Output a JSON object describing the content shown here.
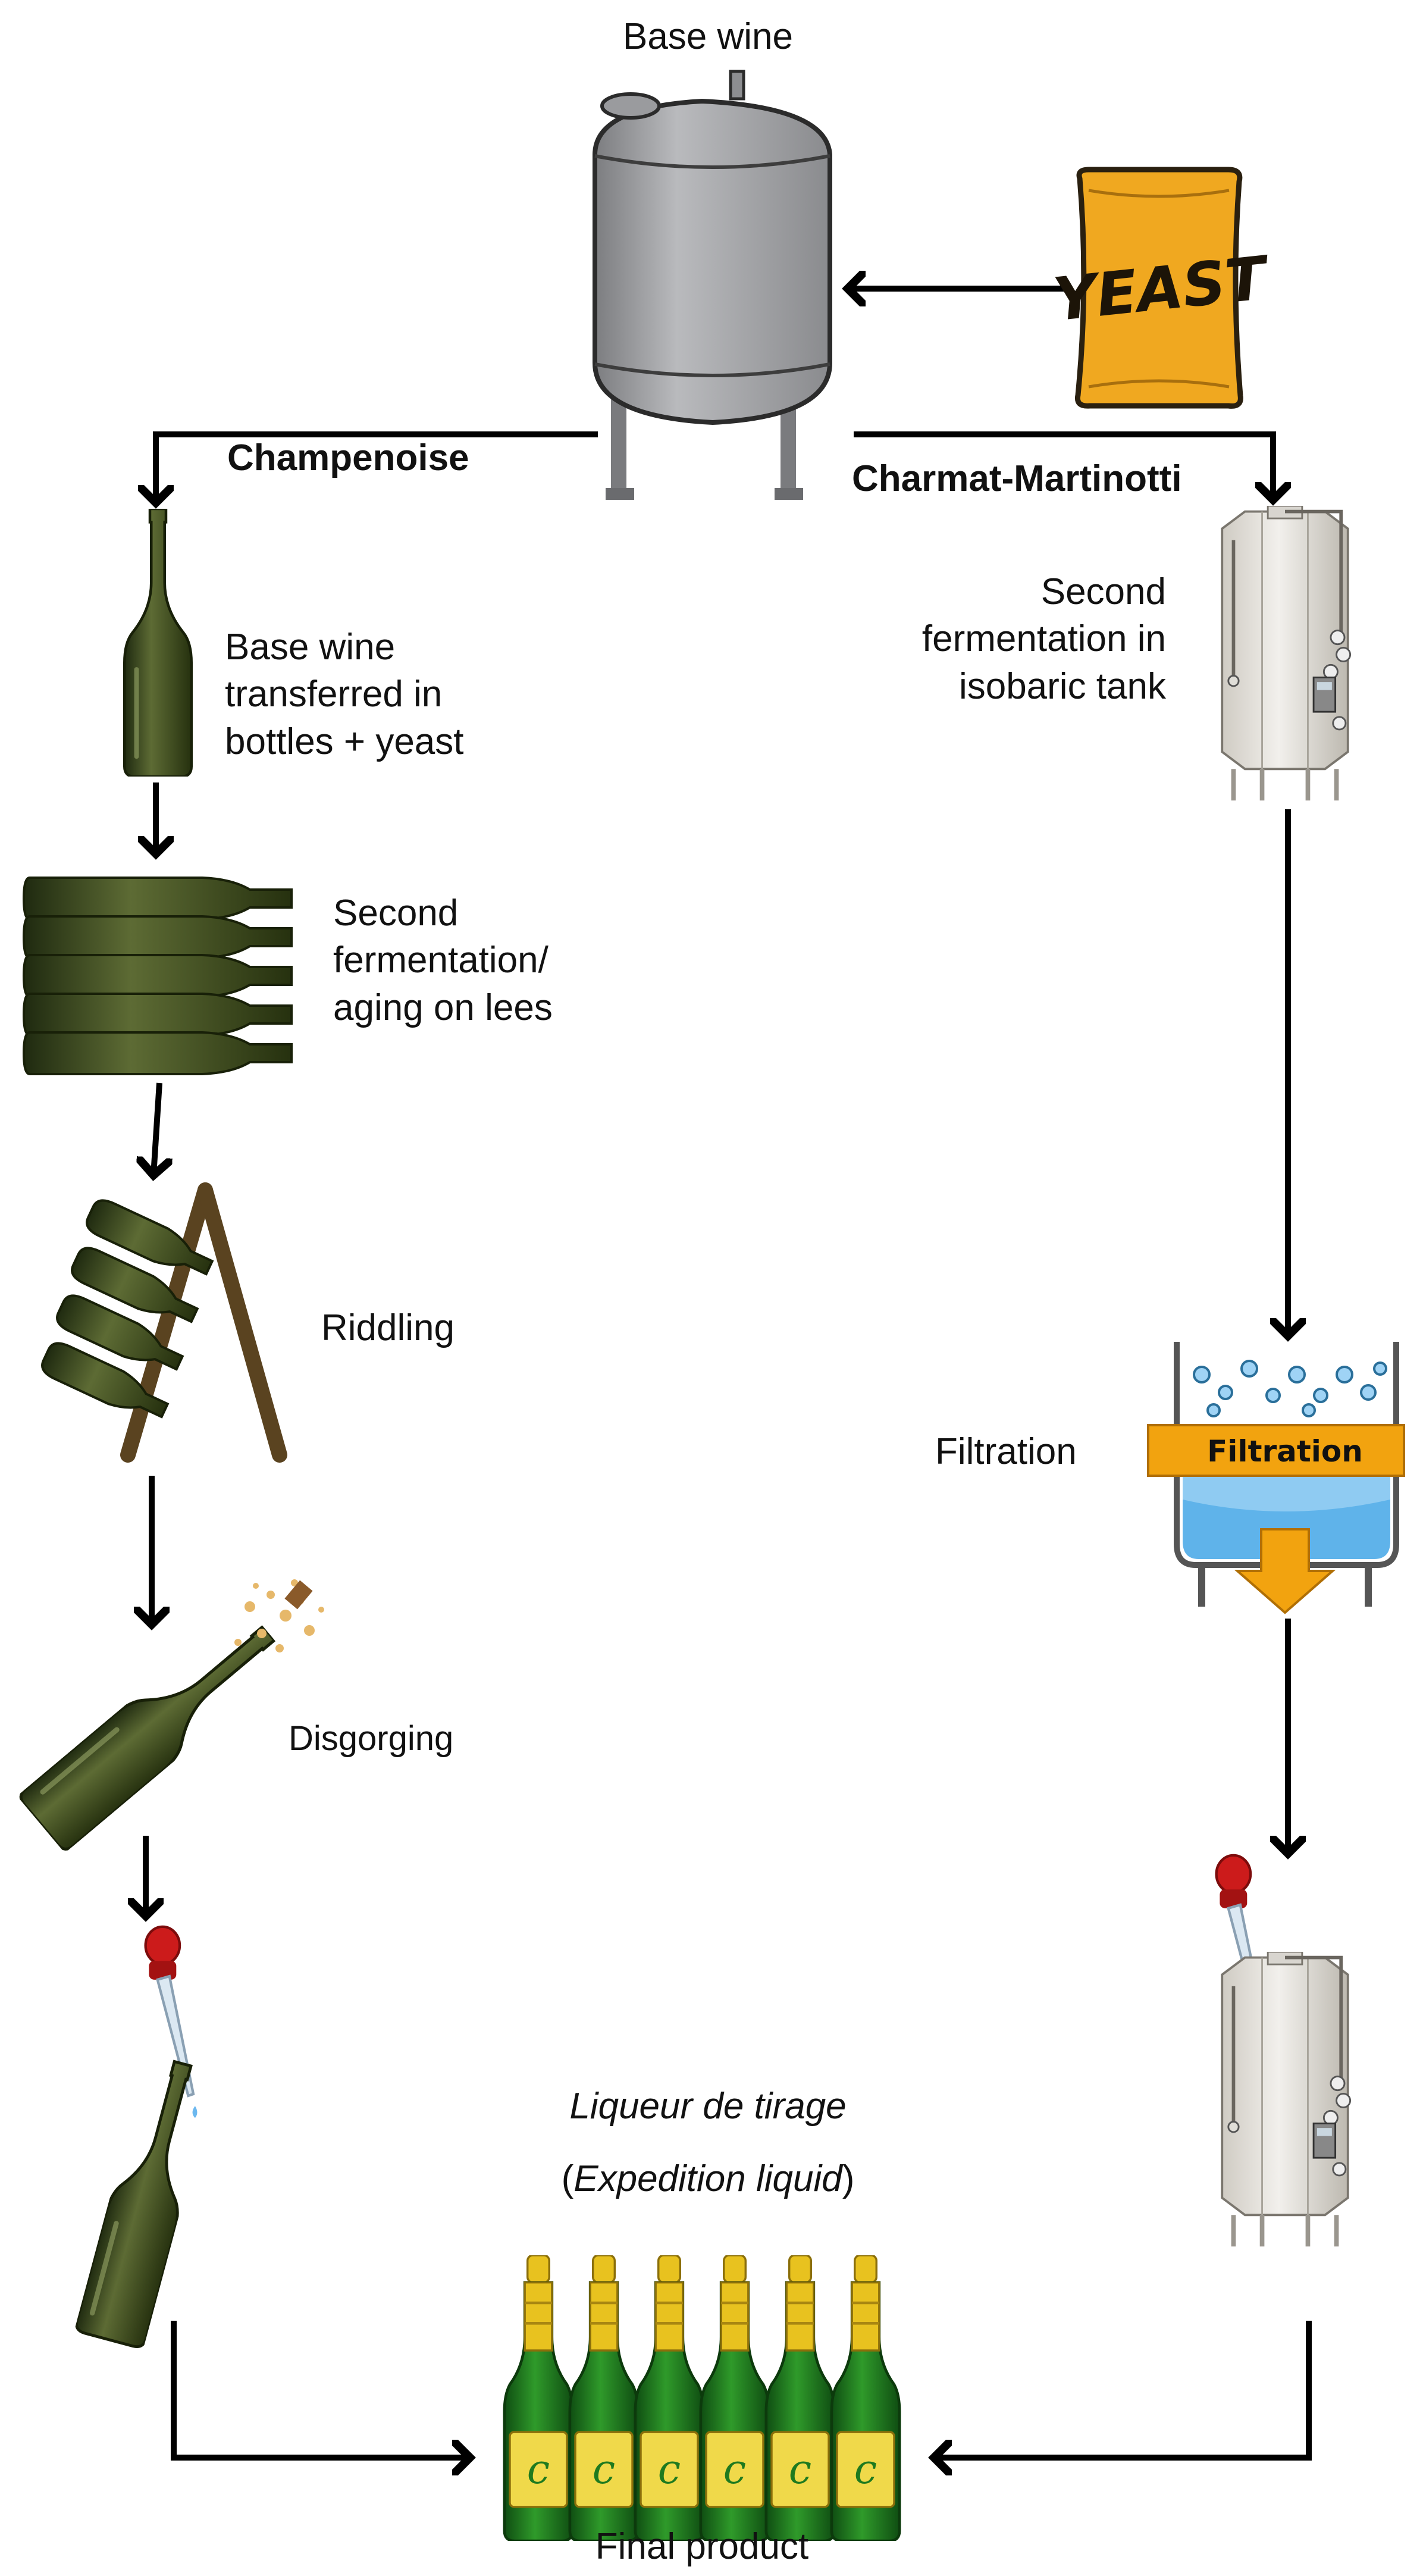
{
  "labels": {
    "base_wine": "Base wine",
    "champenoise": "Champenoise",
    "charmat": "Charmat-Martinotti",
    "transfer": [
      "Base wine",
      "transferred in",
      "bottles + yeast"
    ],
    "second_ferm_bottles": [
      "Second",
      "fermentation/",
      "aging on lees"
    ],
    "riddling": "Riddling",
    "disgorging": "Disgorging",
    "second_ferm_tank": [
      "Second",
      "fermentation in",
      "isobaric tank"
    ],
    "filtration_side": "Filtration",
    "filtration_band": "Filtration",
    "liqueur": "Liqueur de tirage",
    "expedition_open": "(",
    "expedition": "Expedition liquid",
    "expedition_close": ")",
    "final_product": "Final product",
    "yeast": "YEAST"
  },
  "colors": {
    "arrow": "#000000",
    "tank_gray": "#a8a9ab",
    "bottle_green": "#3d4a22",
    "yeast_bag": "#f0a820",
    "ladder": "#5a4320",
    "filter_band": "#f2a30f",
    "filter_liquid": "#5fb3ea",
    "isobaric_tank": "#e6e4df",
    "dropper_red": "#cc1b1b",
    "champagne_green": "#1f7a1f",
    "foil_gold": "#e8c21f"
  }
}
